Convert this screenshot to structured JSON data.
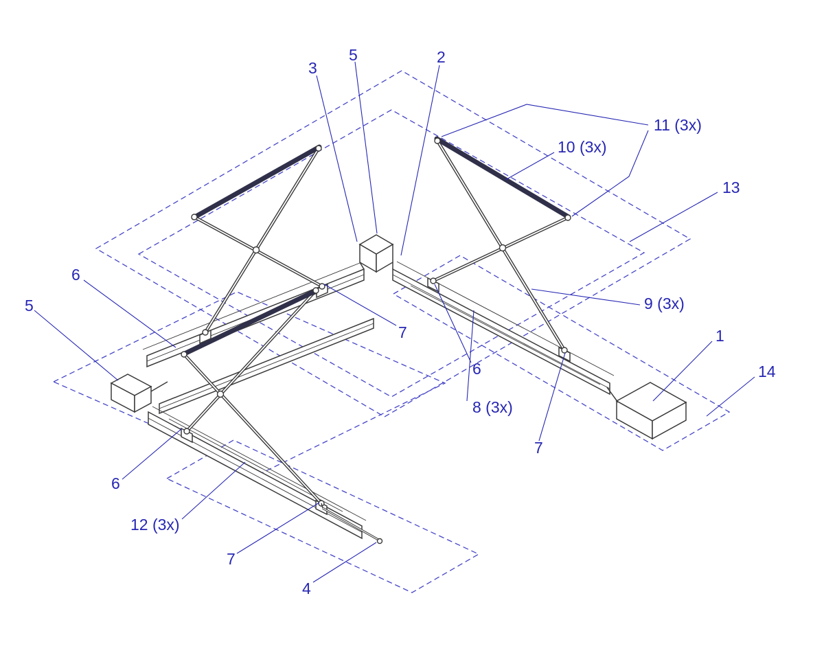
{
  "colors": {
    "line": "#3a3a3a",
    "bar": "#30304a",
    "panel": "#4646c8",
    "callout": "#2626b4"
  },
  "callouts": [
    {
      "id": "3",
      "text": "3"
    },
    {
      "id": "5-top",
      "text": "5"
    },
    {
      "id": "2",
      "text": "2"
    },
    {
      "id": "11",
      "text": "11 (3x)"
    },
    {
      "id": "10",
      "text": "10 (3x)"
    },
    {
      "id": "13",
      "text": "13"
    },
    {
      "id": "6-left",
      "text": "6"
    },
    {
      "id": "5-left",
      "text": "5"
    },
    {
      "id": "7-center",
      "text": "7"
    },
    {
      "id": "9",
      "text": "9 (3x)"
    },
    {
      "id": "1",
      "text": "1"
    },
    {
      "id": "14",
      "text": "14"
    },
    {
      "id": "6-mid",
      "text": "6"
    },
    {
      "id": "8",
      "text": "8 (3x)"
    },
    {
      "id": "7-right",
      "text": "7"
    },
    {
      "id": "6-bottom",
      "text": "6"
    },
    {
      "id": "12",
      "text": "12 (3x)"
    },
    {
      "id": "7-bottom",
      "text": "7"
    },
    {
      "id": "4",
      "text": "4"
    }
  ]
}
